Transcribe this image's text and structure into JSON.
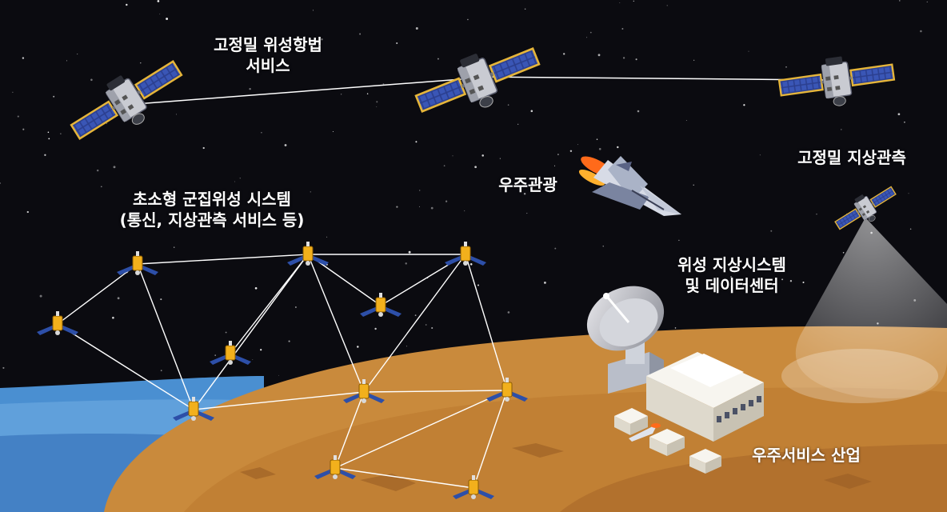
{
  "labels": {
    "precision_nav": {
      "line1": "고정밀 위성항법",
      "line2": "서비스"
    },
    "space_tourism": "우주관광",
    "precision_obs": "고정밀 지상관측",
    "cluster": {
      "line1": "초소형 군집위성 시스템",
      "line2": "(통신, 지상관측 서비스 등)"
    },
    "ground_system": {
      "line1": "위성 지상시스템",
      "line2": "및 데이터센터"
    },
    "space_industry": "우주서비스 산업"
  },
  "colors": {
    "space": "#0b0b10",
    "planet": "#c98a3c",
    "ocean": "#4a8fd1",
    "solar_panel": "#2b3f8f",
    "panel_frame": "#e5b53a",
    "link": "#ffffff"
  },
  "icons": {
    "nav_satellite": "satellite-icon",
    "cluster_satellite": "small-satellite-icon",
    "shuttle": "space-shuttle-icon",
    "antenna": "satellite-dish-icon",
    "building": "data-center-icon"
  }
}
